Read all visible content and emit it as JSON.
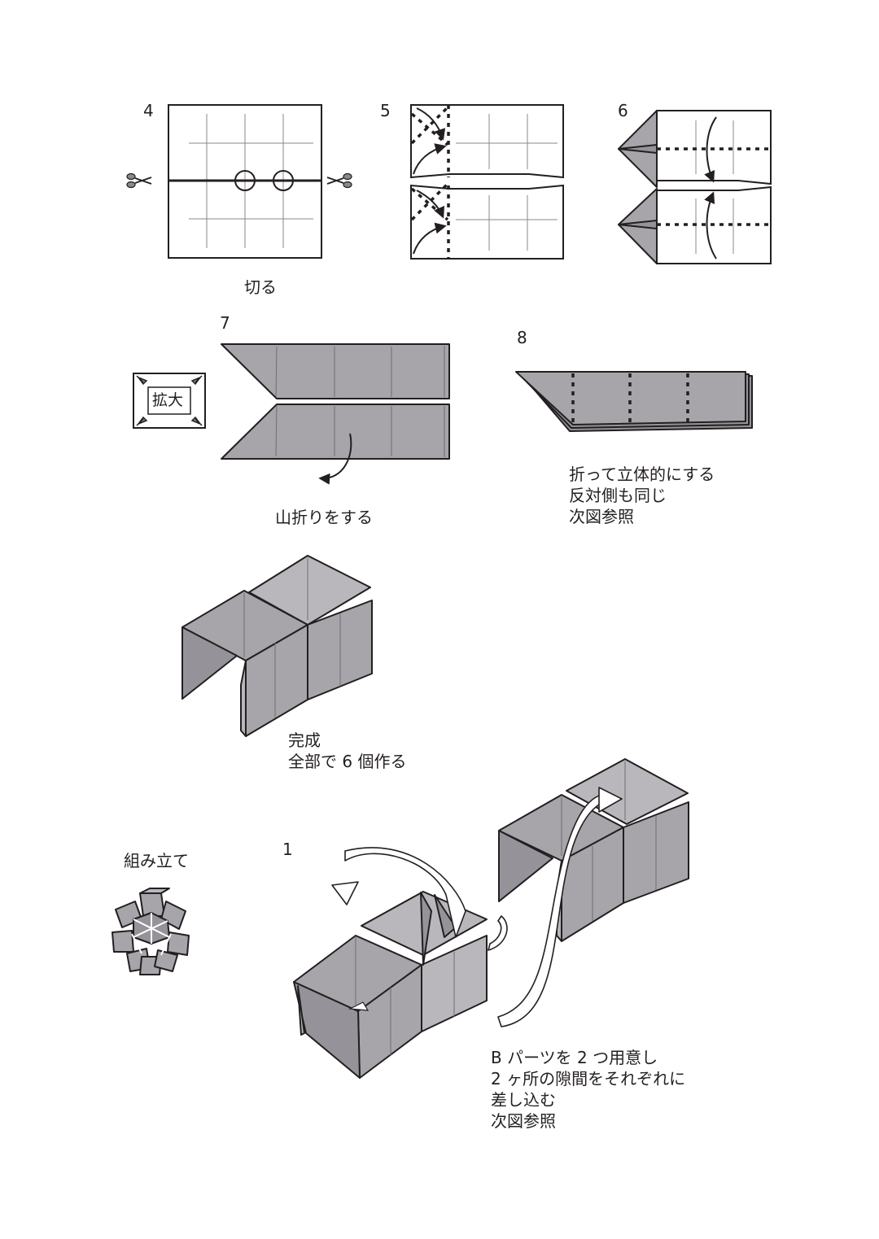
{
  "steps": {
    "s4": "4",
    "s5": "5",
    "s6": "6",
    "s7": "7",
    "s8": "8",
    "assembly_1": "1"
  },
  "captions": {
    "cut": "切る",
    "zoom": "拡大",
    "mountain_fold": "山折りをする",
    "step8": [
      "折って立体的にする",
      "反対側も同じ",
      "次図参照"
    ],
    "complete": [
      "完成",
      "全部で 6 個作る"
    ],
    "assembly_title": "組み立て",
    "assembly_1": [
      "B パーツを 2 つ用意し",
      "2 ヶ所の隙間をそれぞれに",
      "差し込む",
      "次図参照"
    ]
  },
  "icons": [
    "scissors-icon",
    "zoom-icon",
    "fold-arrow-icon",
    "insert-arrow-icon"
  ],
  "colors": {
    "paper_gray": "#a7a5aa",
    "line": "#231f20",
    "background": "#ffffff"
  }
}
